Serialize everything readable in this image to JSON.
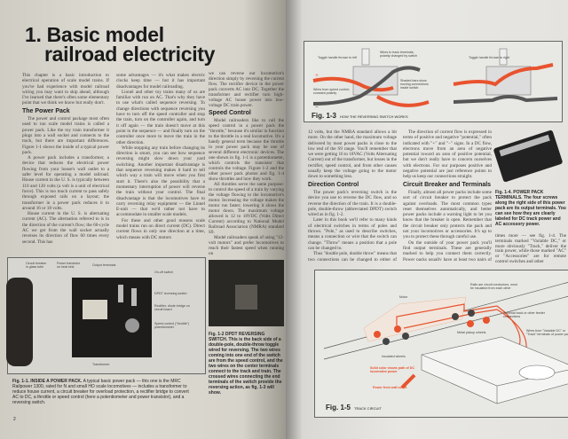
{
  "left_page": {
    "title_line1": "1. Basic model",
    "title_line2": "railroad electricity",
    "col1": {
      "intro": "This chapter is a basic introduction to electrical operation of scale model trains. If you've had experience with model railroad wiring you may want to skip ahead, although I've learned that there's often some elementary point that we think we know but really don't.",
      "heading": "The Power Pack",
      "p1": "The power and control package most often used to run scale model trains is called a power pack. Like the toy train transformer it plugs into a wall socket and connects to the track, but there are important differences. Figure 1-1 shows the inside of a typical power pack.",
      "p2": "A power pack includes a transformer, a device that reduces the electrical power flowing from your house's wall outlet to a safer level for operating a model railroad. House current in the U. S. is typically between 110 and 120 volts (a volt is a unit of electrical force). This is too much current to pass safely through exposed rails on a layout; the transformer in a power pack reduces it to around 16 or 18 volts.",
      "p3": "House current in the U. S. is alternating current (AC). The alternation referred to is in the direction of the current's flow; the 60-cycle AC we get from the wall socket actually reverses its direction of flow 60 times every second. This has"
    },
    "col2": {
      "p1": "some advantages — it's what makes electric clocks keep time — but it has important disadvantages for model railroading.",
      "p2": "Lionel and other toy trains many of us are familiar with run on AC. That's why they have to use what's called sequence reversing. To change directions with sequence reversing you have to turn off the speed controller and stop the train, turn on the controller again, and turn it off again — the train doesn't move at this point in the sequence — and finally turn on the controller once more to move the train in the other direction.",
      "p3": "While stopping any train before changing its direction is smart, you can see how sequence reversing might slow down your yard switching. Another important disadvantage is that sequence reversing makes it hard to tell which way a train will move when you first start it. There's also the possibility that a momentary interruption of power will reverse the train without your control. The final disadvantage is that the locomotives have to carry reversing relay equipment — the Lionel E-unit — that we'd rather not have to accommodate in smaller scale models.",
      "p4": "For these and other good reasons scale model trains run on direct current (DC). Direct current flows in only one direction at a time, which means with DC motors"
    },
    "col3": {
      "p1": "we can reverse our locomotive's direction simply by reversing the current flow. The rectifier device in the power pack converts AC into DC. Together the transformer and rectifier turn high-voltage AC house power into low-voltage DC train power.",
      "heading": "Speed Control",
      "p2": "Model railroaders like to call the speed control in a power pack the \"throttle,\" because it's similar in function to the throttle in a real locomotive. It's a handy general term because the throttle in your power pack may be one of several different electronic devices. The one shown in fig. 1-1 is a potentiometer, which controls the transistor that controls the voltage. Figure 1-2 and the other power pack photos and fig. 1-4 show throttles and how they work.",
      "p3": "All throttles serve the same purpose: to control the speed of a train by varying the voltage flowing to the locomotive's motor. Increasing the voltage makes the motor run faster; lowering it slows the motor down. The maximum voltage allowed is 12 to 18VDC (Volts Direct Current) according to National Model Railroad Association (NMRA) standard S9.",
      "p4": "Model railroaders speak of using \"12-volt motors\" and prefer locomotives to reach their fastest speed when running on"
    },
    "fig1_1": {
      "labels": [
        "Circuit breaker in glass tube",
        "Power transistor on heat sink",
        "Output terminals",
        "On-off switch",
        "DPDT reversing switch",
        "Rectifier, diode bridge on circuit board",
        "Speed control (\"throttle\") potentiometer",
        "Transformer"
      ],
      "caption_lead": "Fig. 1-1. INSIDE A POWER PACK.",
      "caption": "A typical basic power pack — this one is the MRC Railpower 1300, rated for N and small HO scale locomotives — includes a transformer to reduce house current, a circuit breaker for overload protection, a rectifier bridge to convert AC to DC, a throttle or speed control (here a potentiometer and power transistor), and a reversing switch."
    },
    "fig1_2": {
      "caption_lead": "Fig. 1-2 DPDT REVERSING SWITCH.",
      "caption": "This is the back side of a double-pole, double-throw toggle wired for reversing. The two wires coming into one end of the switch are from the speed control, and the two wires on the center terminals connect to the track and train. The crossed wires connecting the end terminals of the switch provide the reversing action, as fig. 1-3 will show."
    },
    "page_number": "2"
  },
  "right_page": {
    "fig1_3": {
      "number": "Fig. 1-3",
      "title": "HOW THE REVERSING SWITCH WORKS",
      "labels": [
        "Toggle handle thrown to left",
        "Wires to track terminals; polarity changed by switch",
        "Wires from speed control; constant polarity",
        "Shaded bars show moving connections inside switch",
        "Toggle handle thrown to right"
      ],
      "plus": "+",
      "minus": "−"
    },
    "col1": {
      "p1": "12 volts, but the NMRA standard allows a bit more. On the other hand, the maximum voltage delivered by most power packs is close to the low end of the S9 range. You'll remember that we were getting 16 to 18VAC (Volts Alternating Current) out of the transformer, but losses in the rectifier, speed control, and from other causes usually keep the voltage going to the motor down to something less.",
      "heading": "Direction Control",
      "p2": "The power pack's reversing switch is the device you use to reverse the DC flow, and so reverse the direction of the train. It is a double-pole, double-throw (abbreviated DPDT) switch wired as in fig. 1-2.",
      "p3": "Later in this book we'll refer to many kinds of electrical switches in terms of poles and throws. \"Pole,\" as used to describe switches, means a connection or wire that the switch can change. \"Throw\" means a position that a pole can be changed to.",
      "p4": "Thus \"double pole, double throw\" means that two connections can be changed to either of two positions. Figure 1-3 shows how this works to reverse the current flow."
    },
    "col2": {
      "p1": "The direction of current flow is expressed in terms of positive and negative \"potential,\" often indicated with \"+\" and \"−\" signs. In a DC flow, electrons move from an area of negative potential toward an area of positive potential, but we don't really have to concern ourselves with electrons. For our purposes positive and negative potential are just reference points to help us keep our connections straight.",
      "heading": "Circuit Breaker and Terminals",
      "p2": "Finally, almost all power packs include some sort of circuit breaker to protect the pack against overloads. The most common types reset themselves automatically, and better power packs include a warning light to let you know that the breaker is open. Remember that the circuit breaker only protects the pack and not your locomotives or accessories. It's up to you to protect these through careful use.",
      "p3": "On the outside of your power pack you'll find output terminals. These are generally marked to help you connect them correctly. Power packs usually have at least two pairs of terminals and some-"
    },
    "col3": {
      "p1": "times more — see fig. 1-4. The terminals marked \"Variable DC,\" or more obviously \"Track,\" deliver the train power, while those marked \"AC\" or \"Accessories\" are for remote control switches and other"
    },
    "fig1_4": {
      "caption_lead": "Fig. 1-4. POWER PACK TERMINALS.",
      "caption": "The four screws along the right side of this power pack are its output terminals. You can see how they are clearly labeled for DC track power and AC accessory power."
    },
    "fig1_5": {
      "number": "Fig. 1-5",
      "title": "TRACK CIRCUIT",
      "labels": [
        "Motor",
        "Rails are circuit conductors, must be insulated from each other",
        "Terminal track or other feeder connections",
        "Metal pickup wheels",
        "Wires from \"Variable DC\" or \"Track\" terminals of power pack",
        "Insulated wheels"
      ],
      "red_labels": [
        "Solid color shows path of DC locomotive power",
        "Power from wall outlet"
      ]
    }
  },
  "colors": {
    "accent_red": "#e8532e",
    "ink": "#222222"
  }
}
